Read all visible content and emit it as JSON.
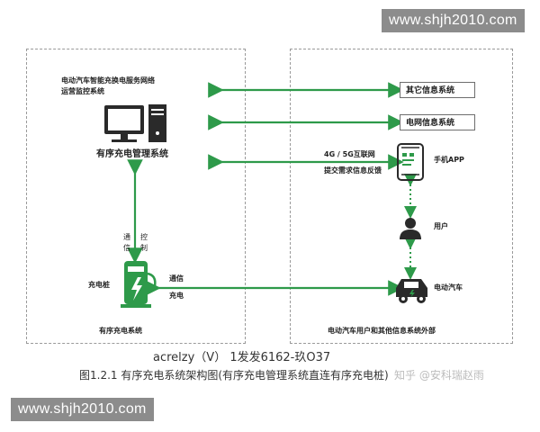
{
  "watermarks": {
    "top": "www.shjh2010.com",
    "bottom": "www.shjh2010.com"
  },
  "left_panel": {
    "header_line1": "电动汽车智能充换电服务网络",
    "header_line2": "运营监控系统",
    "management_label": "有序充电管理系统",
    "comm_label": "通信",
    "control_label": "控制",
    "charger_label": "充电桩",
    "link_label_1": "通信",
    "link_label_2": "充电",
    "footer": "有序充电系统"
  },
  "right_panel": {
    "other_info": "其它信息系统",
    "grid_info": "电网信息系统",
    "network_label": "4G / 5G互联网",
    "feedback_label": "提交需求信息反馈",
    "app_label": "手机APP",
    "user_label": "用户",
    "ev_label": "电动汽车",
    "footer": "电动汽车用户和其他信息系统外部"
  },
  "caption": {
    "line1": "acrelzy（V） 1发发6162-玖O37",
    "line2": "图1.2.1  有序充电系统架构图(有序充电管理系统直连有序充电桩)",
    "zhihu": "知乎 @安科瑞赵雨"
  },
  "colors": {
    "accent_green": "#2e9a4a",
    "box_border": "#6e6e6e",
    "watermark_bg": "#8c8c8c"
  }
}
